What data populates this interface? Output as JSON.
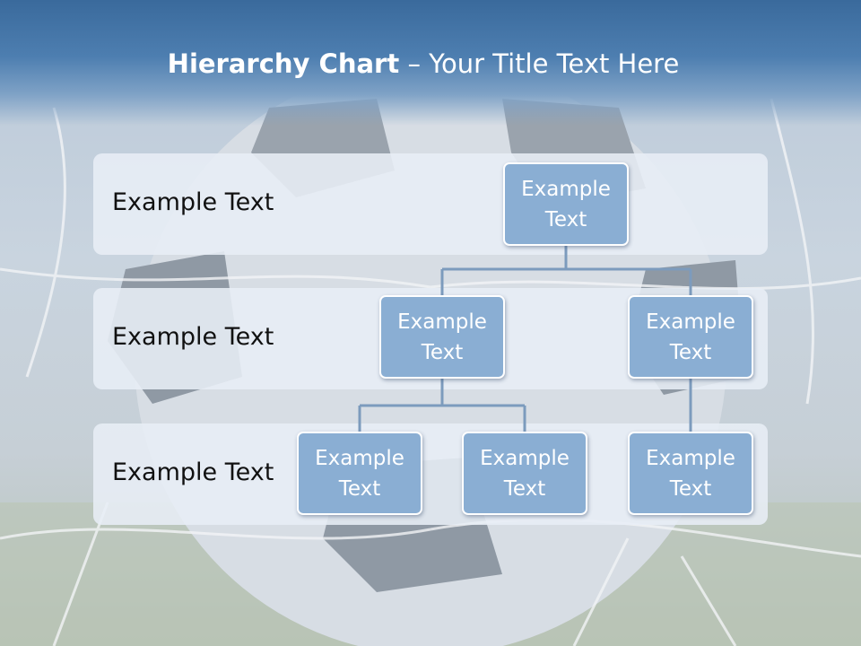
{
  "title": {
    "bold": "Hierarchy Chart",
    "rest": " – Your Title Text Here"
  },
  "levels": [
    {
      "label": "Example Text"
    },
    {
      "label": "Example Text"
    },
    {
      "label": "Example Text"
    }
  ],
  "nodes": [
    {
      "text": "Example\nText"
    },
    {
      "text": "Example\nText"
    },
    {
      "text": "Example\nText"
    },
    {
      "text": "Example\nText"
    },
    {
      "text": "Example\nText"
    },
    {
      "text": "Example\nText"
    }
  ],
  "colors": {
    "title_bar": "#3a6a9c",
    "node_fill": "#8aaed3",
    "connector": "#7c9bbd",
    "band": "#e8eef6"
  }
}
